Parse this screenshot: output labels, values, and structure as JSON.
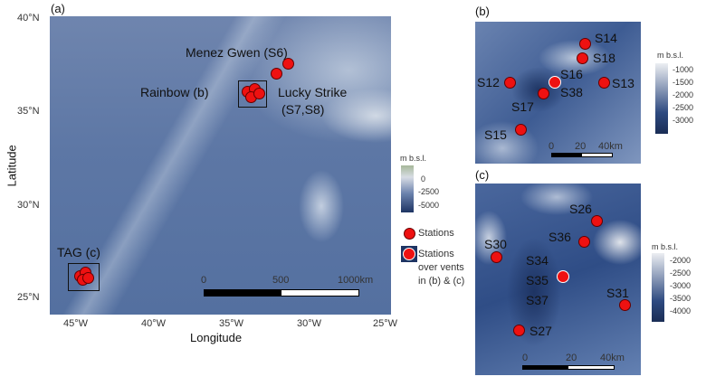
{
  "panels": {
    "a": "(a)",
    "b": "(b)",
    "c": "(c)"
  },
  "main": {
    "xlabel": "Longitude",
    "ylabel": "Latitude",
    "xticks": [
      "45°W",
      "40°W",
      "35°W",
      "30°W",
      "25°W"
    ],
    "yticks": [
      "40°N",
      "35°N",
      "30°N",
      "25°N"
    ],
    "sites": {
      "menez": "Menez Gwen (S6)",
      "rainbow": "Rainbow (b)",
      "lucky1": "Lucky Strike",
      "lucky2": "(S7,S8)",
      "tag": "TAG (c)"
    },
    "scale": [
      "0",
      "500",
      "1000km"
    ],
    "legend": {
      "title": "m b.s.l.",
      "ticks": [
        "0",
        "-2500",
        "-5000"
      ]
    }
  },
  "key": {
    "stations": "Stations",
    "vents1": "Stations",
    "vents2": "over vents",
    "vents3": "in (b) & (c)"
  },
  "b": {
    "stations": [
      "S14",
      "S18",
      "S12",
      "S16",
      "S38",
      "S13",
      "S17",
      "S15"
    ],
    "scale": [
      "0",
      "20",
      "40km"
    ],
    "legend": {
      "title": "m b.s.l.",
      "ticks": [
        "-1000",
        "-1500",
        "-2000",
        "-2500",
        "-3000"
      ]
    }
  },
  "c": {
    "stations": [
      "S26",
      "S36",
      "S30",
      "S34",
      "S35",
      "S37",
      "S31",
      "S27"
    ],
    "scale": [
      "0",
      "20",
      "40km"
    ],
    "legend": {
      "title": "m b.s.l.",
      "ticks": [
        "-2000",
        "-2500",
        "-3000",
        "-3500",
        "-4000"
      ]
    }
  },
  "colors": {
    "station": "#ee1111",
    "deep": "#1e3463",
    "shallow": "#e6e8ec"
  }
}
